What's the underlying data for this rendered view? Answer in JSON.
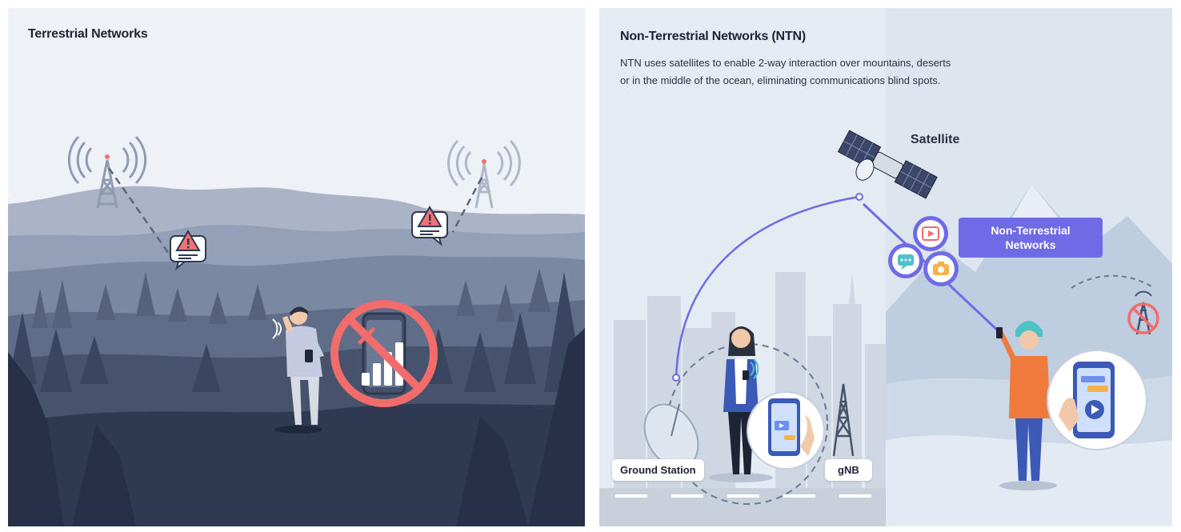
{
  "left": {
    "title": "Terrestrial Networks"
  },
  "right": {
    "title": "Non-Terrestrial Networks (NTN)",
    "description_line1": "NTN uses satellites to enable 2-way interaction over mountains, deserts",
    "description_line2": "or in the middle of the ocean, eliminating communications blind spots.",
    "satellite_label": "Satellite",
    "badge_line1": "Non-Terrestrial",
    "badge_line2": "Networks",
    "ground_station_label": "Ground Station",
    "gnb_label": "gNB"
  },
  "colors": {
    "ntn_accent": "#6f6ae6",
    "warning_red": "#f07272",
    "no_signal_red": "#f26c6c"
  },
  "icons": [
    "cell-tower-icon",
    "warning-bubble-icon",
    "no-signal-icon",
    "satellite-icon",
    "play-icon",
    "chat-icon",
    "camera-icon",
    "satellite-dish-icon"
  ]
}
